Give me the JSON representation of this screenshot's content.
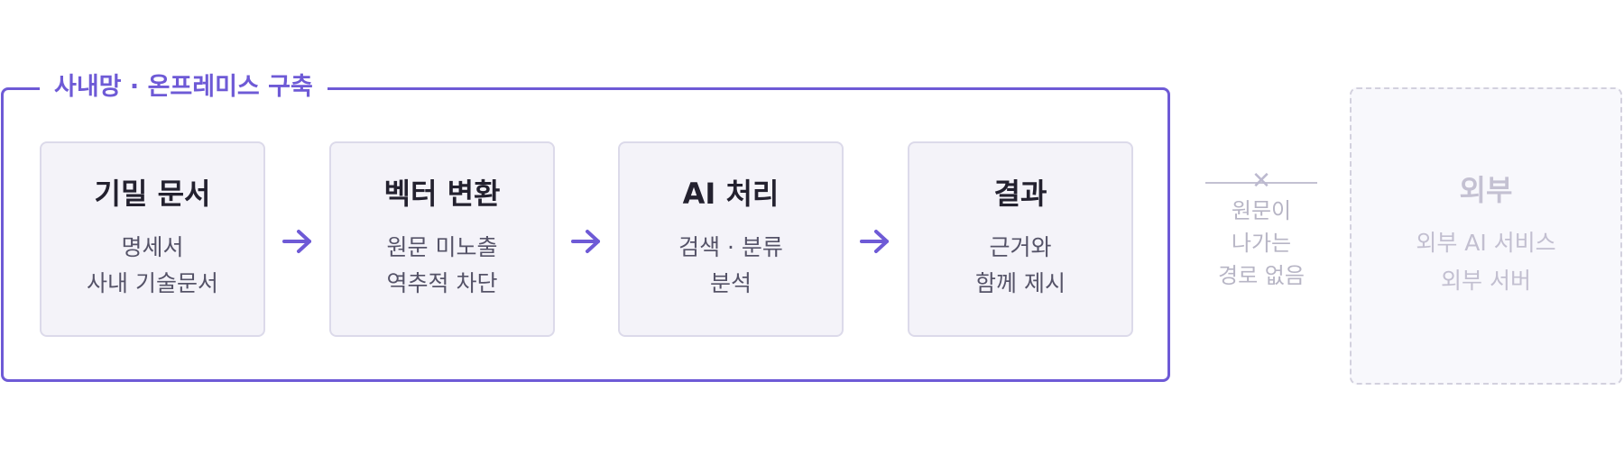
{
  "frame": {
    "title": "사내망 · 온프레미스 구축",
    "accent_color": "#6e5ad6"
  },
  "steps": [
    {
      "title": "기밀 문서",
      "lines": [
        "명세서",
        "사내 기술문서"
      ]
    },
    {
      "title": "벡터 변환",
      "lines": [
        "원문 미노출",
        "역추적 차단"
      ]
    },
    {
      "title": "AI 처리",
      "lines": [
        "검색 · 분류",
        "분석"
      ]
    },
    {
      "title": "결과",
      "lines": [
        "근거와",
        "함께 제시"
      ]
    }
  ],
  "barrier": {
    "symbol": "✕",
    "lines": [
      "원문이",
      "나가는",
      "경로 없음"
    ]
  },
  "external": {
    "title": "외부",
    "lines": [
      "외부 AI 서비스",
      "외부 서버"
    ]
  }
}
